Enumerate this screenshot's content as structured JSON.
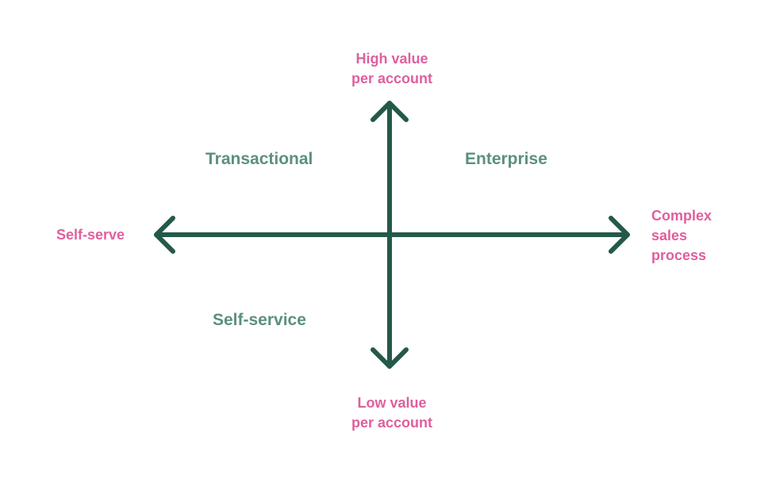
{
  "colors": {
    "axis": "#24594a",
    "axis_label": "#df5f9d",
    "quadrant_label": "#5c8f7f",
    "background": "#ffffff"
  },
  "axes": {
    "top": [
      "High value",
      "per account"
    ],
    "bottom": [
      "Low value",
      "per account"
    ],
    "left": [
      "Self-serve"
    ],
    "right": [
      "Complex",
      "sales",
      "process"
    ]
  },
  "quadrants": {
    "top_left": "Transactional",
    "top_right": "Enterprise",
    "bottom_left": "Self-service"
  }
}
